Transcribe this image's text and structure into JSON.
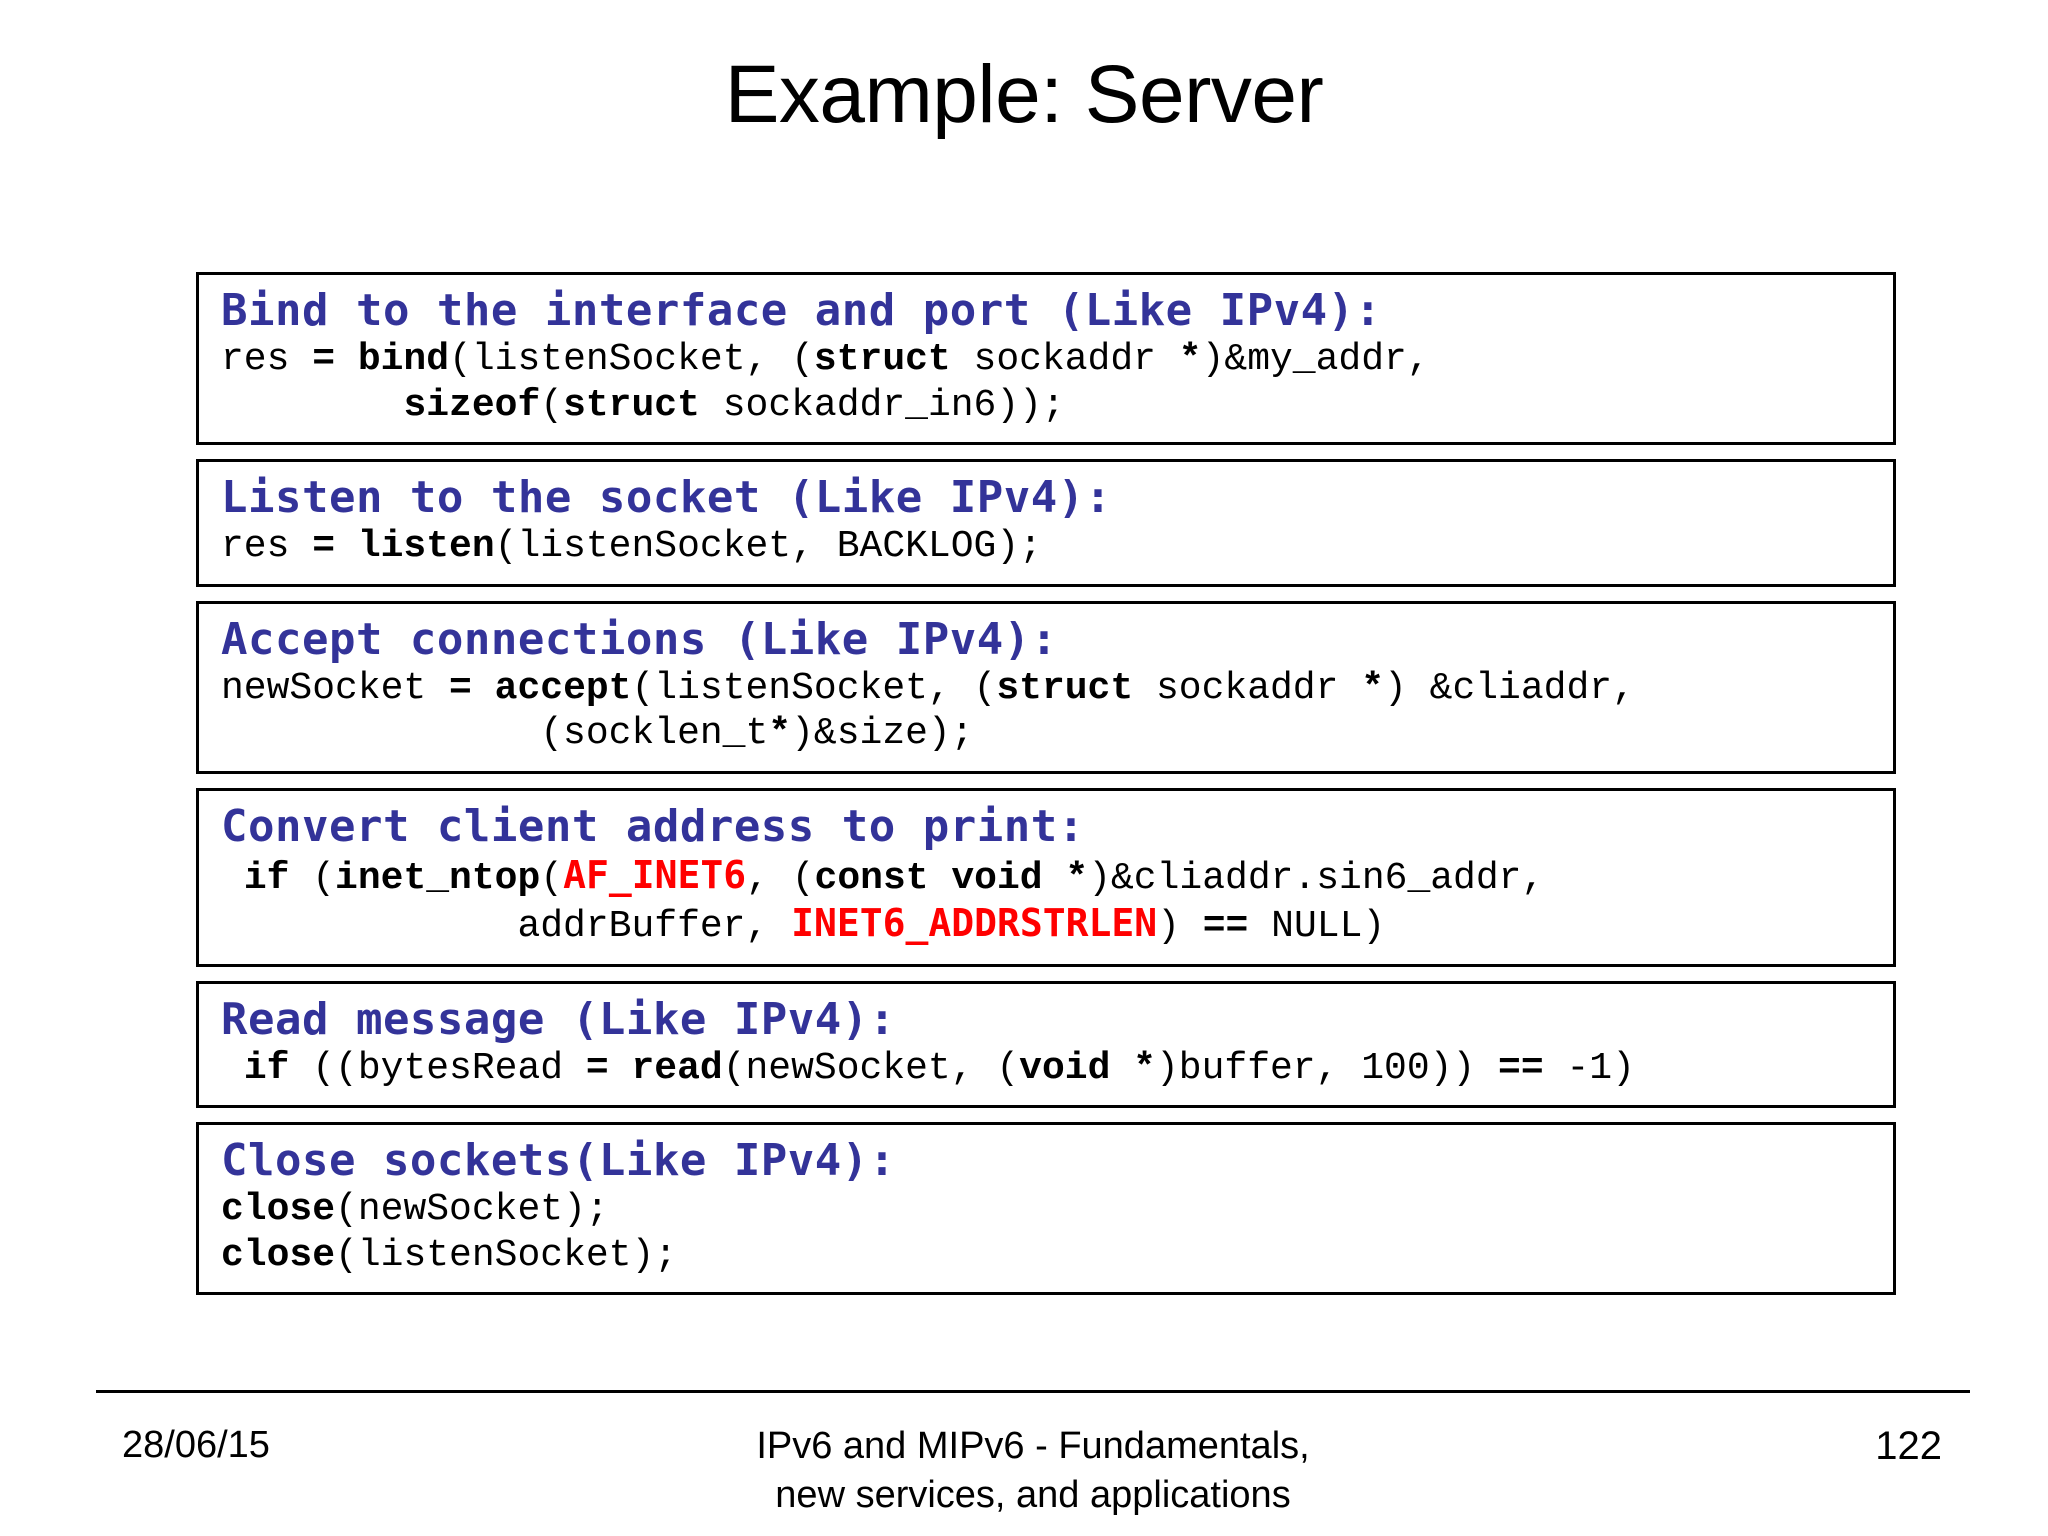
{
  "slide": {
    "title": "Example: Server",
    "colors": {
      "heading": "#333399",
      "constant": "#ff0000",
      "code": "#000000",
      "border": "#000000",
      "background": "#ffffff"
    }
  },
  "boxes": [
    {
      "heading": "Bind to the interface and port (Like IPv4):",
      "lines": [
        [
          {
            "t": "res ",
            "b": false
          },
          {
            "t": "= bind",
            "b": true
          },
          {
            "t": "(listenSocket, (",
            "b": false
          },
          {
            "t": "struct",
            "b": true
          },
          {
            "t": " sockaddr ",
            "b": false
          },
          {
            "t": "*",
            "b": true
          },
          {
            "t": ")&my_addr,",
            "b": false
          }
        ],
        [
          {
            "t": "        ",
            "b": false
          },
          {
            "t": "sizeof",
            "b": true
          },
          {
            "t": "(",
            "b": false
          },
          {
            "t": "struct",
            "b": true
          },
          {
            "t": " sockaddr_in6));",
            "b": false
          }
        ]
      ]
    },
    {
      "heading": "Listen to the socket (Like IPv4):",
      "lines": [
        [
          {
            "t": "res ",
            "b": false
          },
          {
            "t": "= listen",
            "b": true
          },
          {
            "t": "(listenSocket, BACKLOG);",
            "b": false
          }
        ]
      ]
    },
    {
      "heading": "Accept connections (Like IPv4):",
      "lines": [
        [
          {
            "t": "newSocket ",
            "b": false
          },
          {
            "t": "= accept",
            "b": true
          },
          {
            "t": "(listenSocket, (",
            "b": false
          },
          {
            "t": "struct",
            "b": true
          },
          {
            "t": " sockaddr ",
            "b": false
          },
          {
            "t": "*",
            "b": true
          },
          {
            "t": ") &cliaddr,",
            "b": false
          }
        ],
        [
          {
            "t": "              (socklen_t",
            "b": false
          },
          {
            "t": "*",
            "b": true
          },
          {
            "t": ")&size);",
            "b": false
          }
        ]
      ]
    },
    {
      "heading": "Convert client address to print:",
      "lines": [
        [
          {
            "t": " ",
            "b": false
          },
          {
            "t": "if",
            "b": true
          },
          {
            "t": " (",
            "b": false
          },
          {
            "t": "inet_ntop",
            "b": true
          },
          {
            "t": "(",
            "b": false
          },
          {
            "t": "AF_INET6",
            "r": true
          },
          {
            "t": ", (",
            "b": false
          },
          {
            "t": "const void *",
            "b": true
          },
          {
            "t": ")&cliaddr.sin6_addr,",
            "b": false
          }
        ],
        [
          {
            "t": "             addrBuffer, ",
            "b": false
          },
          {
            "t": "INET6_ADDRSTRLEN",
            "r": true
          },
          {
            "t": ") ",
            "b": false
          },
          {
            "t": "==",
            "b": true
          },
          {
            "t": " NULL)",
            "b": false
          }
        ]
      ]
    },
    {
      "heading": "Read message (Like IPv4):",
      "lines": [
        [
          {
            "t": " ",
            "b": false
          },
          {
            "t": "if",
            "b": true
          },
          {
            "t": " ((bytesRead ",
            "b": false
          },
          {
            "t": "= read",
            "b": true
          },
          {
            "t": "(newSocket, (",
            "b": false
          },
          {
            "t": "void *",
            "b": true
          },
          {
            "t": ")buffer, 100)) ",
            "b": false
          },
          {
            "t": "==",
            "b": true
          },
          {
            "t": " -1)",
            "b": false
          }
        ]
      ]
    },
    {
      "heading": "Close sockets(Like IPv4):",
      "lines": [
        [
          {
            "t": "close",
            "b": true
          },
          {
            "t": "(newSocket);",
            "b": false
          }
        ],
        [
          {
            "t": "close",
            "b": true
          },
          {
            "t": "(listenSocket);",
            "b": false
          }
        ]
      ]
    }
  ],
  "footer": {
    "date": "28/06/15",
    "center_line_1": "IPv6 and MIPv6 - Fundamentals,",
    "center_line_2": "new services, and applications",
    "page_number": "122"
  }
}
